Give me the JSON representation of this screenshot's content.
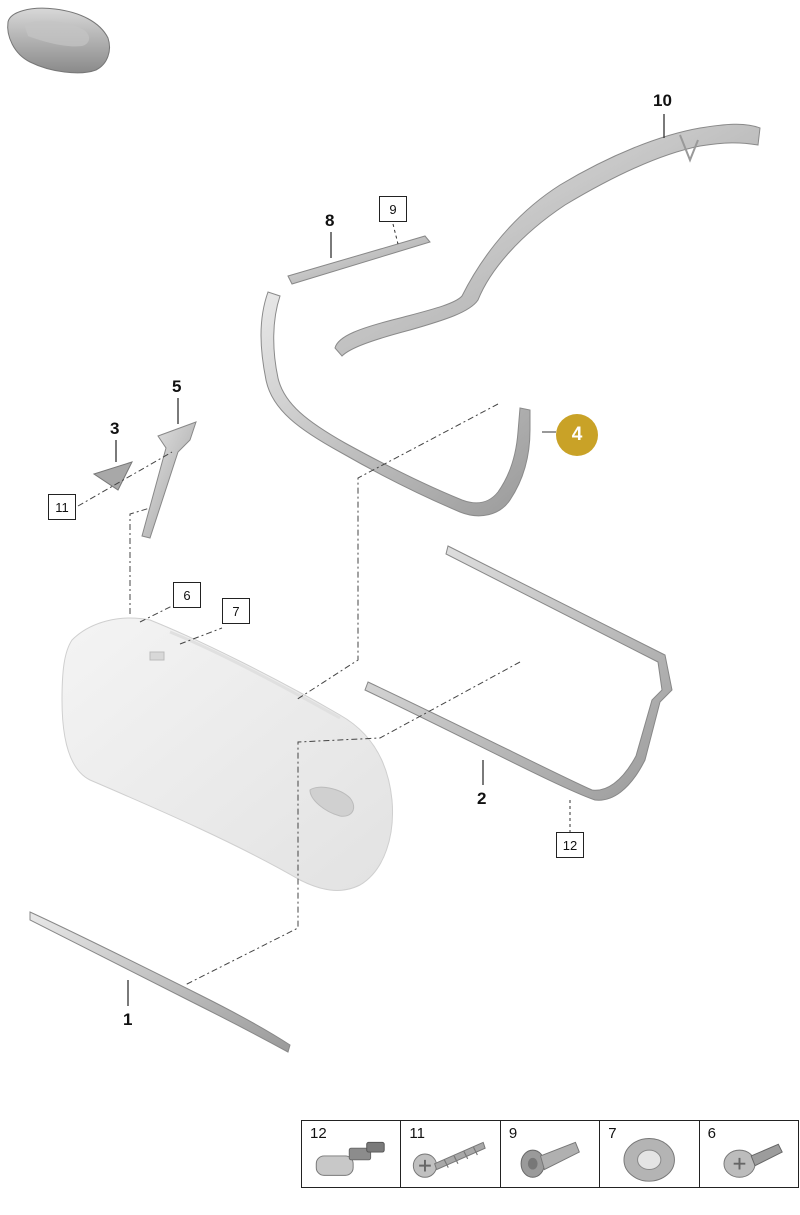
{
  "callouts": {
    "c1": "1",
    "c2": "2",
    "c3": "3",
    "c5": "5",
    "c8": "8",
    "c10": "10"
  },
  "boxed": {
    "b9": "9",
    "b11": "11",
    "b6": "6",
    "b7": "7",
    "b12": "12"
  },
  "highlight": {
    "label": "4",
    "color": "#c9a227"
  },
  "hardware": [
    {
      "label": "12",
      "icon": "clip-fastener-icon"
    },
    {
      "label": "11",
      "icon": "screw-icon"
    },
    {
      "label": "9",
      "icon": "bolt-icon"
    },
    {
      "label": "7",
      "icon": "washer-icon"
    },
    {
      "label": "6",
      "icon": "flange-screw-icon"
    }
  ]
}
